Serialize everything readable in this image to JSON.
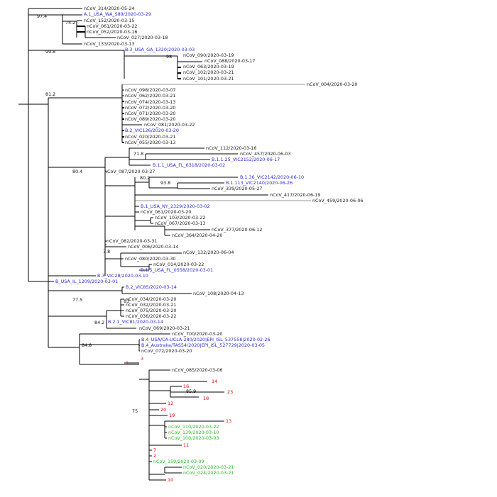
{
  "colors": {
    "default": "#1a1a1a",
    "lineage": "#2b2bd6",
    "numbered": "#e00000",
    "green_group": "#22bb22"
  },
  "tree": {
    "supports": {
      "s97_4": "97.4",
      "s74_2": "74.2",
      "s99_8": "99.8",
      "s98": "98",
      "s81_2": "81.2",
      "s71_8": "71.8",
      "s80_4": "80.4",
      "s80_2": "80.2",
      "s93_8": "93.8",
      "s7_8": "7.8",
      "s77_5": "77.5",
      "s83": "83",
      "s84_2": "84.2",
      "s84_8": "84.8",
      "s85_9": "85.9",
      "s75": "75"
    },
    "tips": {
      "t_314": "nCoV_314/2020-05-24",
      "t_a1": "A.1_USA_WA_S89/2020-03-29",
      "t_152": "nCoV_152/2020-03-15",
      "t_061": "nCoV_061/2020-03-22",
      "t_052": "nCoV_052/2020-03-16",
      "t_027": "nCoV_027/2020-03-18",
      "t_133": "nCoV_133/2020-03-13",
      "t_b3ga": "B.3_USA_GA_1320/2020-03-03",
      "t_090": "nCoV_090/2020-03-19",
      "t_088": "nCoV_088/2020-03-17",
      "t_063": "nCoV_063/2020-03-19",
      "t_102": "nCoV_102/2020-03-21",
      "t_101": "nCoV_101/2020-03-21",
      "t_004": "nCoV_004/2020-03-20",
      "t_098": "nCoV_098/2020-03-07",
      "t_062": "nCoV_062/2020-03-21",
      "t_074": "nCoV_074/2020-03-13",
      "t_072": "nCoV_072/2020-03-20",
      "t_071": "nCoV_071/2020-03-20",
      "t_089": "nCoV_089/2020-03-20",
      "t_081": "nCoV_081/2020-03-22",
      "t_b2vic126": "B.2_VIC126/2020-03-20",
      "t_020": "nCoV_020/2020-03-21",
      "t_055": "nCoV_055/2020-03-13",
      "t_112": "nCoV_112/2020-03-16",
      "t_457": "nCoV_457/2020-06-03",
      "t_b1125": "B.1.1.25_VIC2152/2020-06-17",
      "t_b11fl": "B.1.1_USA_FL_6318/2020-03-02",
      "t_087": "nCoV_087/2020-03-27",
      "t_b136": "B.1.36_VIC2142/2020-06-10",
      "t_b1113": "B.1.113_VIC2140/2020-06-26",
      "t_339": "nCoV_339/2020-05-27",
      "t_417": "nCoV_417/2020-06-19",
      "t_459": "nCoV_459/2020-06-06",
      "t_b1ny": "B.1_USA_NY_2329/2020-03-02",
      "t_061b": "nCoV_061/2020-03-20",
      "t_103": "nCoV_103/2020-03-22",
      "t_067": "nCoV_067/2020-03-13",
      "t_377": "nCoV_377/2020-06-12",
      "t_364": "nCoV_364/2020-04-20",
      "t_082": "nCoV_082/2020-03-31",
      "t_006": "nCoV_006/2020-03-14",
      "t_132": "nCoV_132/2020-06-04",
      "t_080": "nCoV_080/2020-03-30",
      "t_014": "nCoV_014/2020-03-22",
      "t_b15fl": "B.1.5_USA_FL_0558/2020-03-01",
      "t_b3vic": "B.3_VIC28/2020-03-10",
      "t_bil": "B_USA_IL_1209/2020-03-01",
      "t_b2vic85": "B.2_VIC85/2020-03-14",
      "t_108": "nCoV_108/2020-04-13",
      "t_034": "nCoV_034/2020-03-20",
      "t_032": "nCoV_032/2020-03-21",
      "t_075": "nCoV_075/2020-03-20",
      "t_036": "nCoV_036/2020-03-22",
      "t_b21": "B.2.1_VIC81/2020-03-14",
      "t_069": "nCoV_069/2020-03-21",
      "t_700": "nCoV_700/2020-03-20",
      "t_b4ca": "B.4_USA/CA-UCLA-280/2020|EPI_ISL_537558|2020-02-26",
      "t_b4aus": "B.4_Australia/TAS54/2020|EPI_ISL_527729|2020-03-05",
      "t_072b": "nCoV_072/2020-03-20",
      "t_r3": "3",
      "t_r1": "1",
      "t_085": "nCoV_085/2020-03-06",
      "t_r14": "14",
      "t_r16": "16",
      "t_r23": "23",
      "t_r18": "18",
      "t_r12": "12",
      "t_r20": "20",
      "t_r19": "19",
      "t_r13": "13",
      "t_g110": "nCoV_110/2020-03-22",
      "t_g139": "nCoV_139/2020-03-10",
      "t_g100": "nCoV_100/2020-03-03",
      "t_r11": "11",
      "t_r7": "7",
      "t_r2": "2",
      "t_g159": "nCoV_159/2020-03-09",
      "t_g020": "nCoV_020/2020-03-21",
      "t_g024": "nCoV_024/2020-03-21",
      "t_r10": "10"
    }
  }
}
